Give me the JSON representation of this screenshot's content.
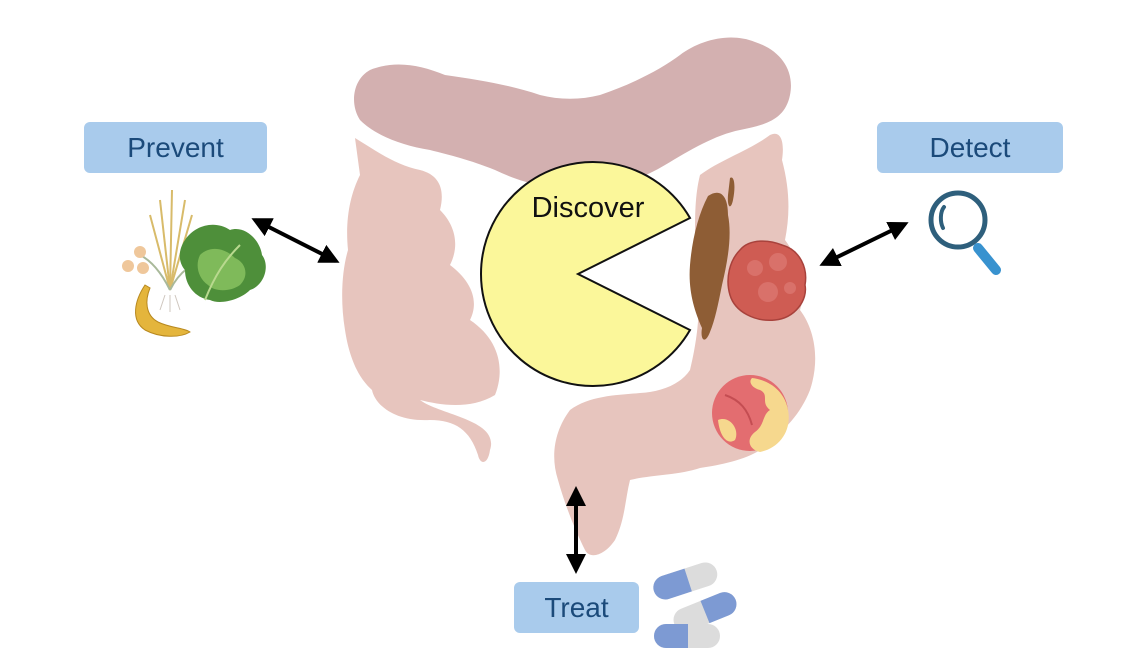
{
  "labels": {
    "prevent": "Prevent",
    "detect": "Detect",
    "treat": "Treat",
    "discover": "Discover"
  },
  "colors": {
    "label_background": "#a9cbec",
    "label_text": "#1b4a7a",
    "transverse_colon": "#d3b0b0",
    "colon": "#e7c5be",
    "pacman": "#fbf79a",
    "stool": "#8e5d35",
    "polyp": "#cf5c53",
    "inflammation": "#e36d70",
    "magnifier_ring": "#2e5f7c",
    "magnifier_handle": "#3892cf",
    "pill_blue": "#7d9ad3",
    "pill_white": "#dcdcdc",
    "arrow": "#000000"
  },
  "icons": {
    "prevent": [
      "wheat-icon",
      "lettuce-icon",
      "banana-icon",
      "chickpeas-icon"
    ],
    "detect": [
      "magnifying-glass-icon"
    ],
    "treat": [
      "capsule-pills-icon"
    ]
  }
}
